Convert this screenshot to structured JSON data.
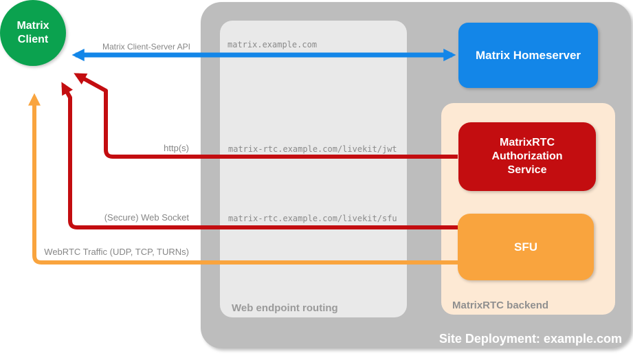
{
  "colors": {
    "client_green": "#0ba24f",
    "homeserver_blue": "#1386e8",
    "auth_red": "#c30d10",
    "sfu_orange": "#f9a43e",
    "backend_peach": "#fde9d4",
    "deployment_gray": "#bdbdbd",
    "routing_gray": "#e9e9e9"
  },
  "client": {
    "line1": "Matrix",
    "line2": "Client"
  },
  "homeserver": {
    "label": "Matrix Homeserver"
  },
  "backend": {
    "label": "MatrixRTC backend",
    "auth_service_label": "MatrixRTC Authorization Service",
    "sfu_label": "SFU"
  },
  "routing": {
    "label": "Web endpoint routing",
    "endpoints": [
      "matrix.example.com",
      "matrix-rtc.example.com/livekit/jwt",
      "matrix-rtc.example.com/livekit/sfu"
    ]
  },
  "arrows": {
    "client_server_api": "Matrix Client-Server API",
    "https": "http(s)",
    "websocket": "(Secure) Web Socket",
    "webrtc": "WebRTC Traffic (UDP, TCP, TURNs)"
  },
  "footer": {
    "label": "Site Deployment: example.com"
  }
}
